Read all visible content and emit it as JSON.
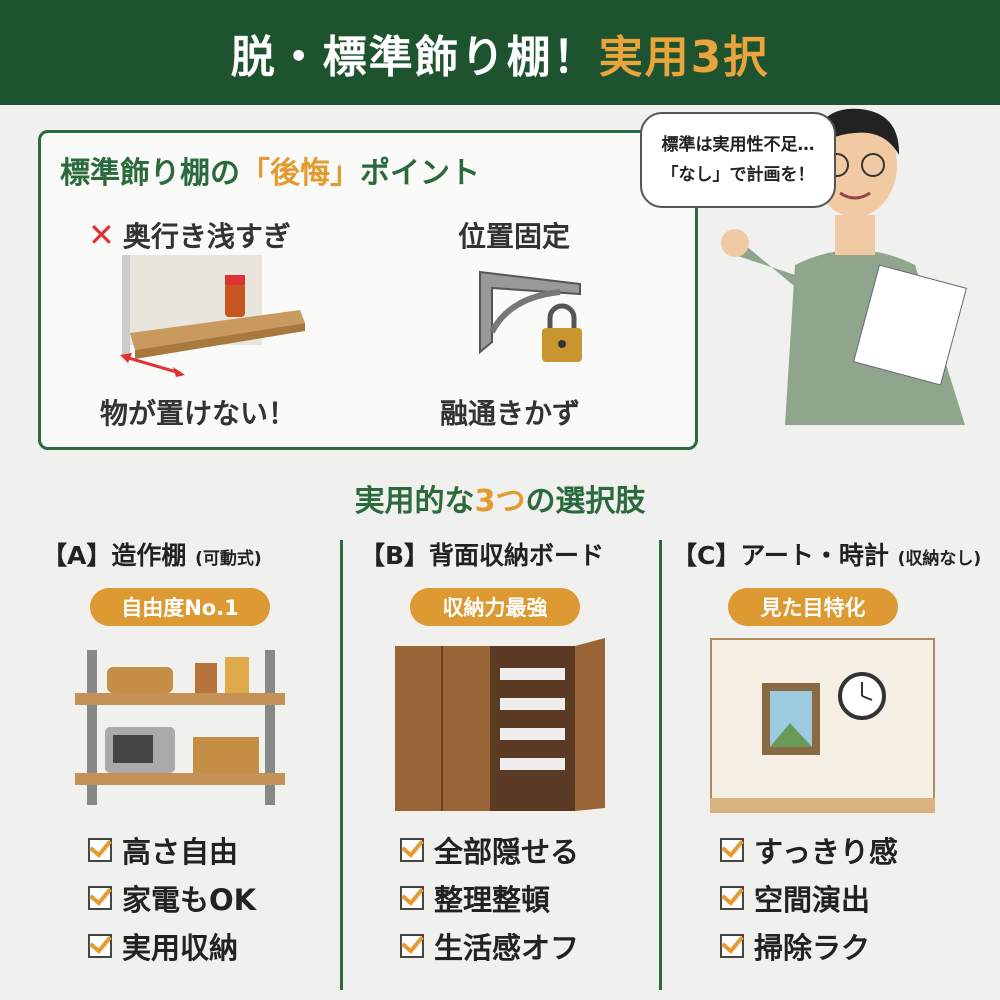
{
  "header": {
    "title_main": "脱・標準飾り棚！",
    "title_accent": "実用3択"
  },
  "regret_box": {
    "title_pre": "標準飾り棚の",
    "title_accent": "「後悔」",
    "title_post": "ポイント",
    "left": {
      "icon": "x-mark-icon",
      "label": "奥行き浅すぎ",
      "caption": "物が置けない！"
    },
    "right": {
      "label": "位置固定",
      "caption": "融通きかず"
    }
  },
  "speech_bubble": {
    "line1": "標準は実用性不足…",
    "line2": "「なし」で計画を！"
  },
  "section": {
    "title_pre": "実用的な",
    "title_accent": "3つ",
    "title_post": "の選択肢"
  },
  "columns": [
    {
      "title": "【A】造作棚",
      "note": "(可動式)",
      "badge": "自由度No.1",
      "checks": [
        "高さ自由",
        "家電もOK",
        "実用収納"
      ]
    },
    {
      "title": "【B】背面収納ボード",
      "note": "",
      "badge": "収納力最強",
      "checks": [
        "全部隠せる",
        "整理整頓",
        "生活感オフ"
      ]
    },
    {
      "title": "【C】アート・時計",
      "note": "(収納なし)",
      "badge": "見た目特化",
      "checks": [
        "すっきり感",
        "空間演出",
        "掃除ラク"
      ]
    }
  ],
  "colors": {
    "green": "#1e5330",
    "accent": "#dd9a32"
  }
}
